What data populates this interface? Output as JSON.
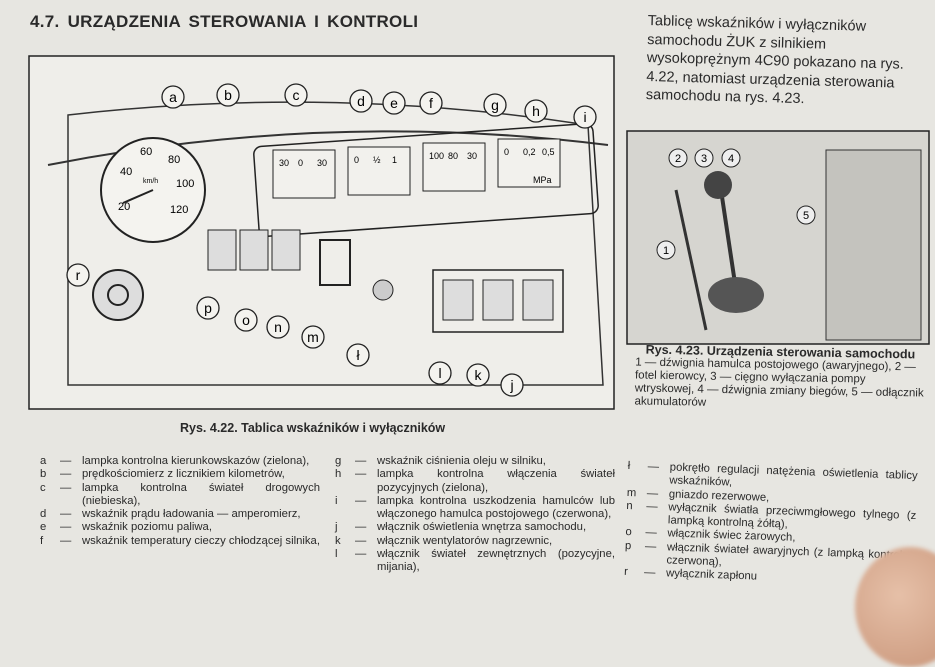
{
  "title": "4.7. URZĄDZENIA STEROWANIA   I KONTROLI",
  "intro": "Tablicę wskaźników i wyłączników samochodu ŻUK z silnikiem wysokoprężnym 4C90 pokazano na rys. 4.22, natomiast urządzenia sterowania samochodu na rys. 4.23.",
  "figure1": {
    "caption": "Rys. 4.22. Tablica wskaźników i wyłączników",
    "callouts": [
      "a",
      "b",
      "c",
      "d",
      "e",
      "f",
      "g",
      "h",
      "i",
      "r",
      "p",
      "o",
      "n",
      "m",
      "ł",
      "l",
      "k",
      "j"
    ],
    "speedo": {
      "ticks": [
        "20",
        "40",
        "60",
        "80",
        "100",
        "120"
      ],
      "unit": "km/h"
    },
    "gauges": [
      {
        "scale": [
          "30",
          "0",
          "30"
        ]
      },
      {
        "scale": [
          "0",
          "½",
          "1"
        ]
      },
      {
        "scale": [
          "100",
          "80",
          "30"
        ]
      },
      {
        "scale": [
          "0",
          "0,2",
          "0,5"
        ],
        "unit": "MPa"
      }
    ]
  },
  "figure2": {
    "callouts": [
      "1",
      "2",
      "3",
      "4",
      "5"
    ],
    "caption_title": "Rys. 4.23. Urządzenia sterowania samochodu",
    "caption_body": "1 — dźwignia hamulca postojowego (awaryjnego), 2 — fotel kierowcy, 3 — cięgno wyłączania pompy wtryskowej, 4 — dźwignia zmiany biegów, 5 — odłącznik akumulatorów"
  },
  "legend": [
    [
      {
        "key": "a",
        "text": "lampka kontrolna kierunkowskazów (zielona),"
      },
      {
        "key": "b",
        "text": "prędkościomierz z licznikiem kilometrów,"
      },
      {
        "key": "c",
        "text": "lampka kontrolna świateł drogowych (niebieska),"
      },
      {
        "key": "d",
        "text": "wskaźnik prądu ładowania — amperomierz,"
      },
      {
        "key": "e",
        "text": "wskaźnik poziomu paliwa,"
      },
      {
        "key": "f",
        "text": "wskaźnik temperatury cieczy chłodzącej silnika,"
      }
    ],
    [
      {
        "key": "g",
        "text": "wskaźnik ciśnienia oleju w silniku,"
      },
      {
        "key": "h",
        "text": "lampka kontrolna włączenia świateł pozycyjnych (zielona),"
      },
      {
        "key": "i",
        "text": "lampka kontrolna uszkodzenia hamulców lub włączonego hamulca postojowego (czerwona),"
      },
      {
        "key": "j",
        "text": "włącznik oświetlenia wnętrza samochodu,"
      },
      {
        "key": "k",
        "text": "włącznik wentylatorów nagrzewnic,"
      },
      {
        "key": "l",
        "text": "włącznik świateł zewnętrznych (pozycyjne, mijania),"
      }
    ],
    [
      {
        "key": "ł",
        "text": "pokrętło regulacji natężenia oświetlenia tablicy wskaźników,"
      },
      {
        "key": "m",
        "text": "gniazdo rezerwowe,"
      },
      {
        "key": "n",
        "text": "wyłącznik światła przeciwmgłowego tylnego (z lampką kontrolną żółtą),"
      },
      {
        "key": "o",
        "text": "włącznik świec żarowych,"
      },
      {
        "key": "p",
        "text": "włącznik świateł awaryjnych (z lampką kontrolną czerwoną),"
      },
      {
        "key": "r",
        "text": "wyłącznik zapłonu"
      }
    ]
  ],
  "dash": "—"
}
